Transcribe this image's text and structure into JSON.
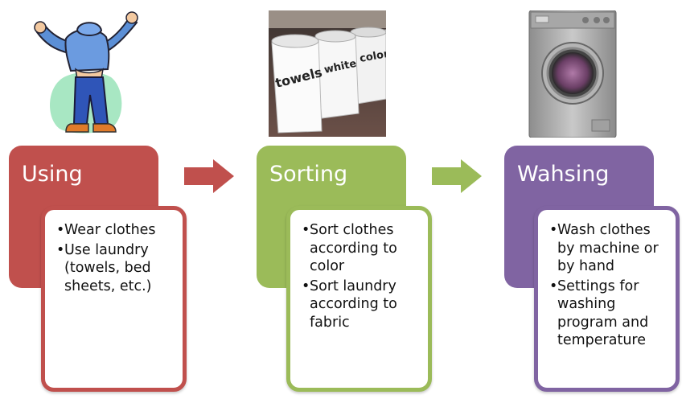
{
  "colors": {
    "using": "#c0504d",
    "sorting": "#9bbb59",
    "washing": "#8064a2",
    "using_arrow": "#c0504d",
    "sorting_arrow": "#9bbb59"
  },
  "stages": [
    {
      "title": "Using",
      "image": "person-wearing-clothes-clipart",
      "bullets": [
        "Wear clothes",
        "Use laundry (towels, bed sheets, etc.)"
      ]
    },
    {
      "title": "Sorting",
      "image": "laundry-baskets-photo",
      "image_labels": [
        "towels",
        "white",
        "color"
      ],
      "bullets": [
        "Sort clothes according to color",
        "Sort laundry according to fabric"
      ]
    },
    {
      "title": "Wahsing",
      "image": "washing-machine-photo",
      "bullets": [
        "Wash clothes by machine or by hand",
        "Settings for washing program and temperature"
      ]
    }
  ]
}
